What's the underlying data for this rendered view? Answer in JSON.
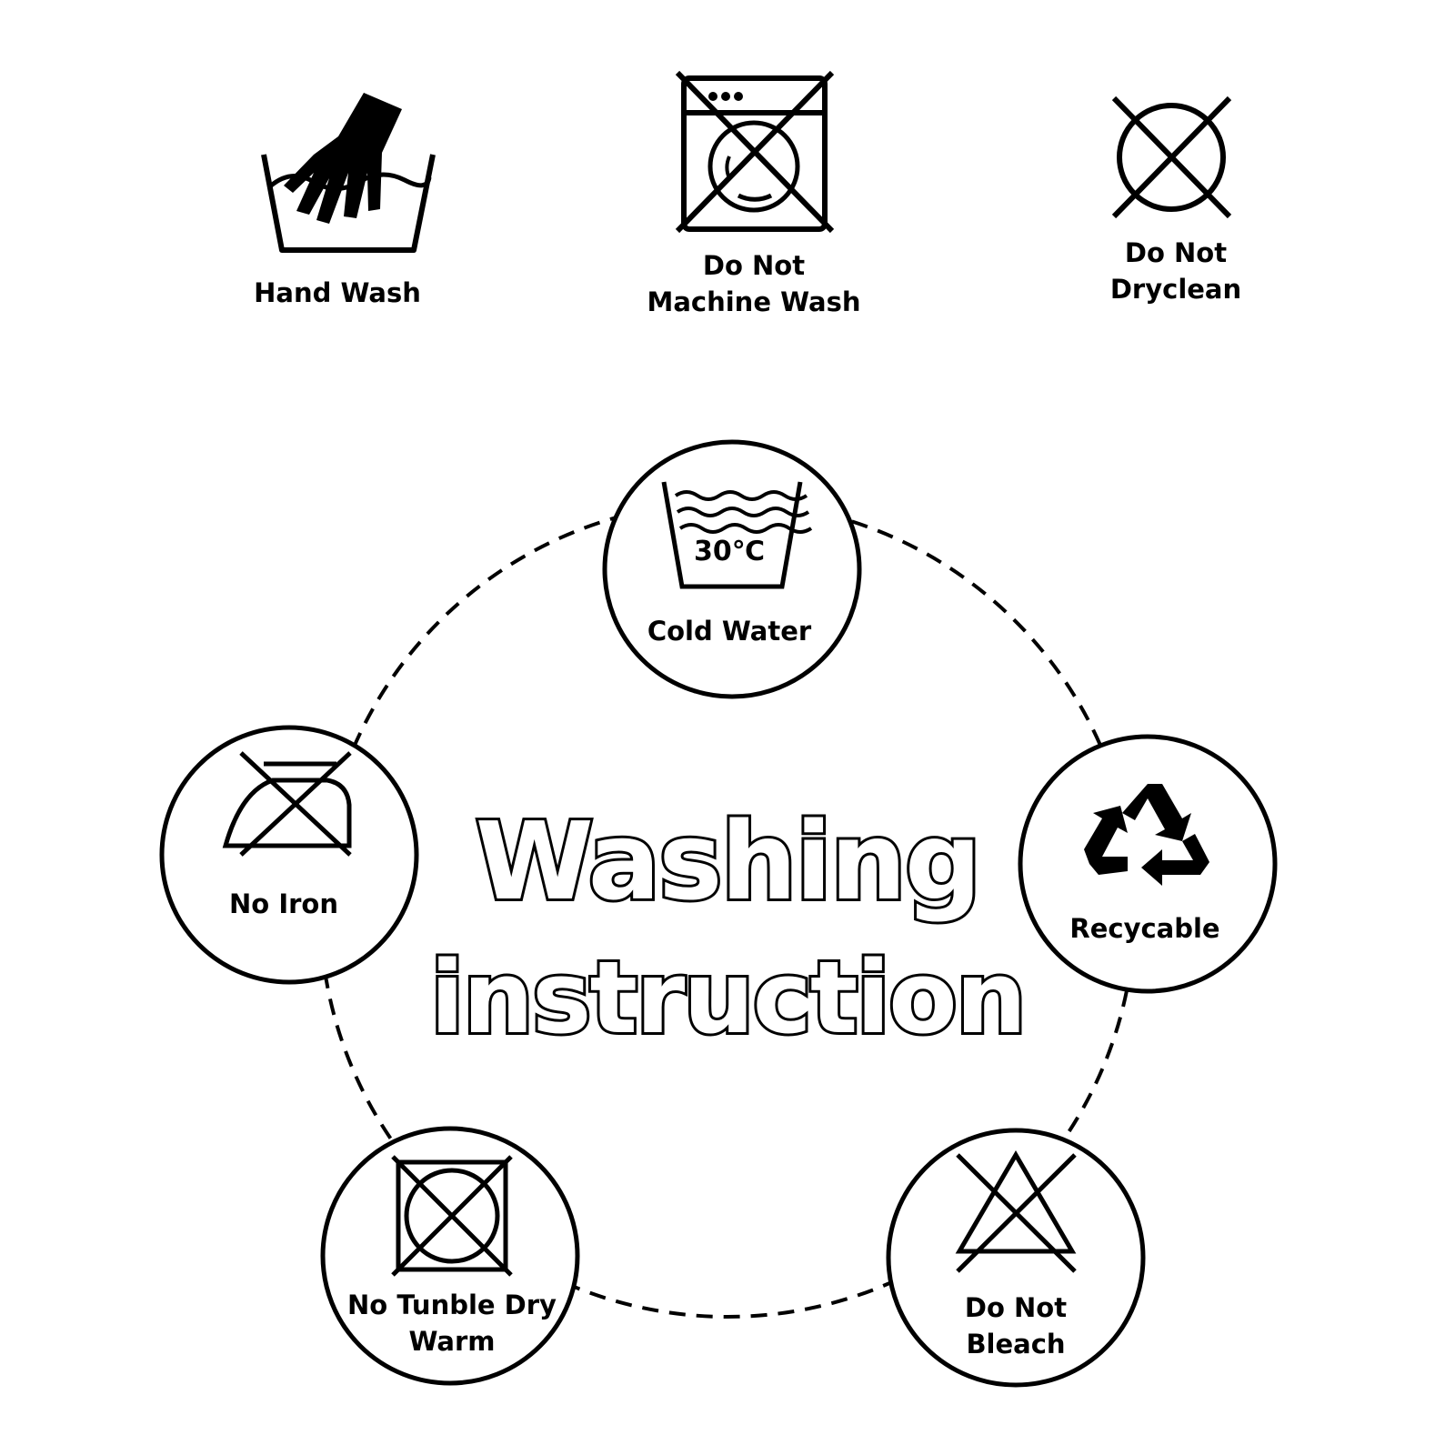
{
  "title": {
    "line1": "Washing",
    "line2": "instruction"
  },
  "top_icons": [
    {
      "id": "hand-wash",
      "lines": [
        "Hand Wash"
      ],
      "icon": "hand-wash-icon"
    },
    {
      "id": "do-not-machine-wash",
      "lines": [
        "Do Not",
        "Machine Wash"
      ],
      "icon": "washing-machine-crossed-icon"
    },
    {
      "id": "do-not-dryclean",
      "lines": [
        "Do Not",
        "Dryclean"
      ],
      "icon": "circle-crossed-icon"
    }
  ],
  "ring_nodes": [
    {
      "id": "cold-water",
      "lines": [
        "Cold Water"
      ],
      "icon": "wash-tub-30c-icon",
      "temperature": "30℃"
    },
    {
      "id": "recyclable",
      "lines": [
        "Recycable"
      ],
      "icon": "recycle-icon"
    },
    {
      "id": "do-not-bleach",
      "lines": [
        "Do Not",
        "Bleach"
      ],
      "icon": "triangle-crossed-icon"
    },
    {
      "id": "no-tumble-dry",
      "lines": [
        "No Tunble Dry",
        "Warm"
      ],
      "icon": "tumble-dry-crossed-icon"
    },
    {
      "id": "no-iron",
      "lines": [
        "No Iron"
      ],
      "icon": "iron-crossed-icon"
    }
  ],
  "colors": {
    "ink": "#000000",
    "background": "#ffffff"
  }
}
